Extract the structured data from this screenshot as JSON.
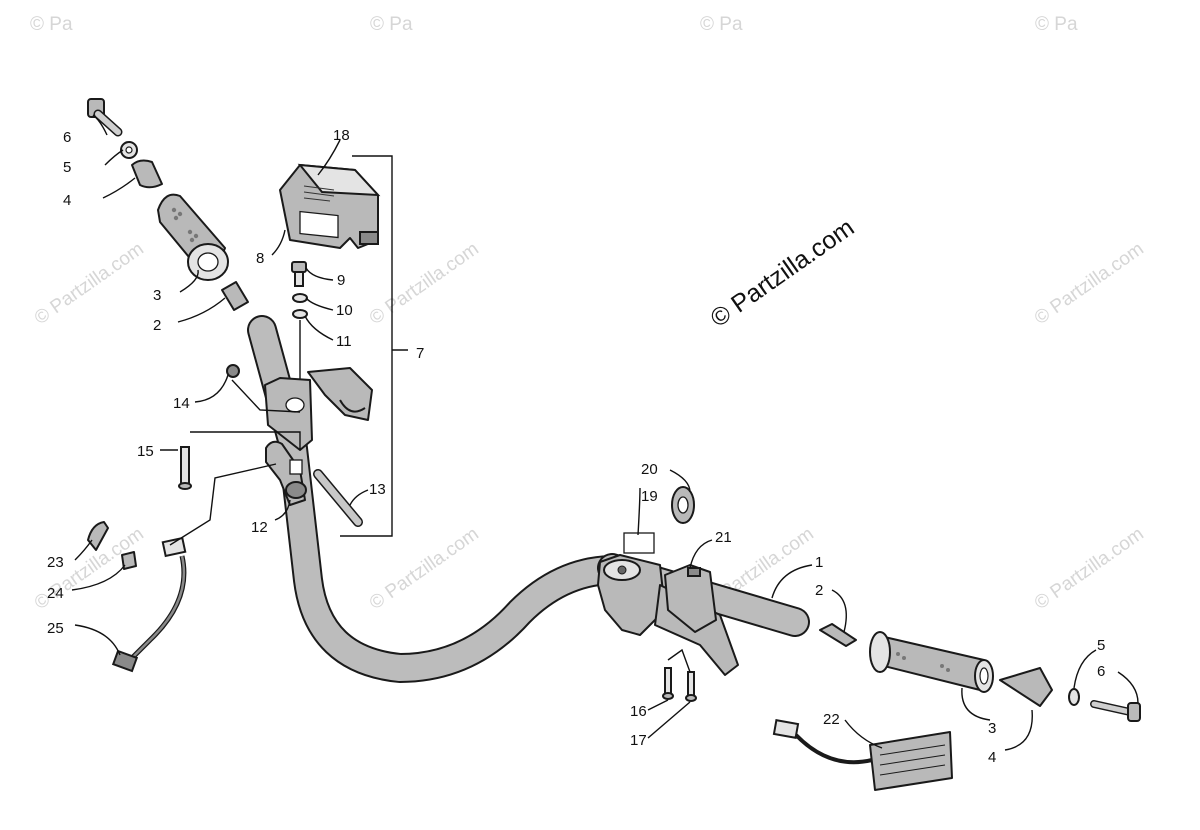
{
  "watermark": {
    "main": "© Partzilla.com",
    "repeat": "© Partzilla.com",
    "corner": "© Pa"
  },
  "callouts": [
    "1",
    "2",
    "2",
    "3",
    "3",
    "4",
    "4",
    "5",
    "5",
    "6",
    "6",
    "7",
    "8",
    "9",
    "10",
    "11",
    "12",
    "13",
    "14",
    "15",
    "16",
    "17",
    "18",
    "19",
    "20",
    "21",
    "22",
    "23",
    "24",
    "25"
  ],
  "colors": {
    "part_fill": "#b9b9b9",
    "line": "#1a1a1a",
    "watermark": "#d6d6d6"
  }
}
